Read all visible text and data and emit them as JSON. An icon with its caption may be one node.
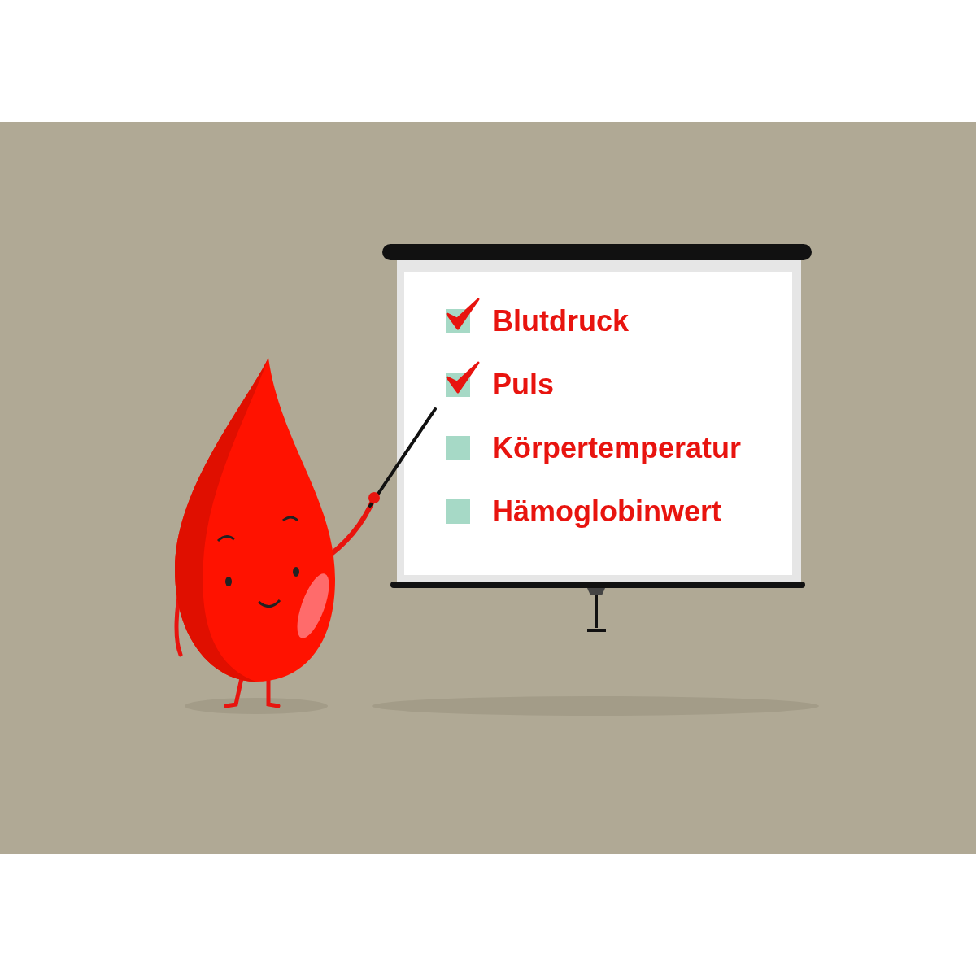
{
  "diagram": {
    "labels": [
      "Blutdruck",
      "Puls",
      "Körpertemperatur",
      "Hämoglobinwert"
    ]
  }
}
